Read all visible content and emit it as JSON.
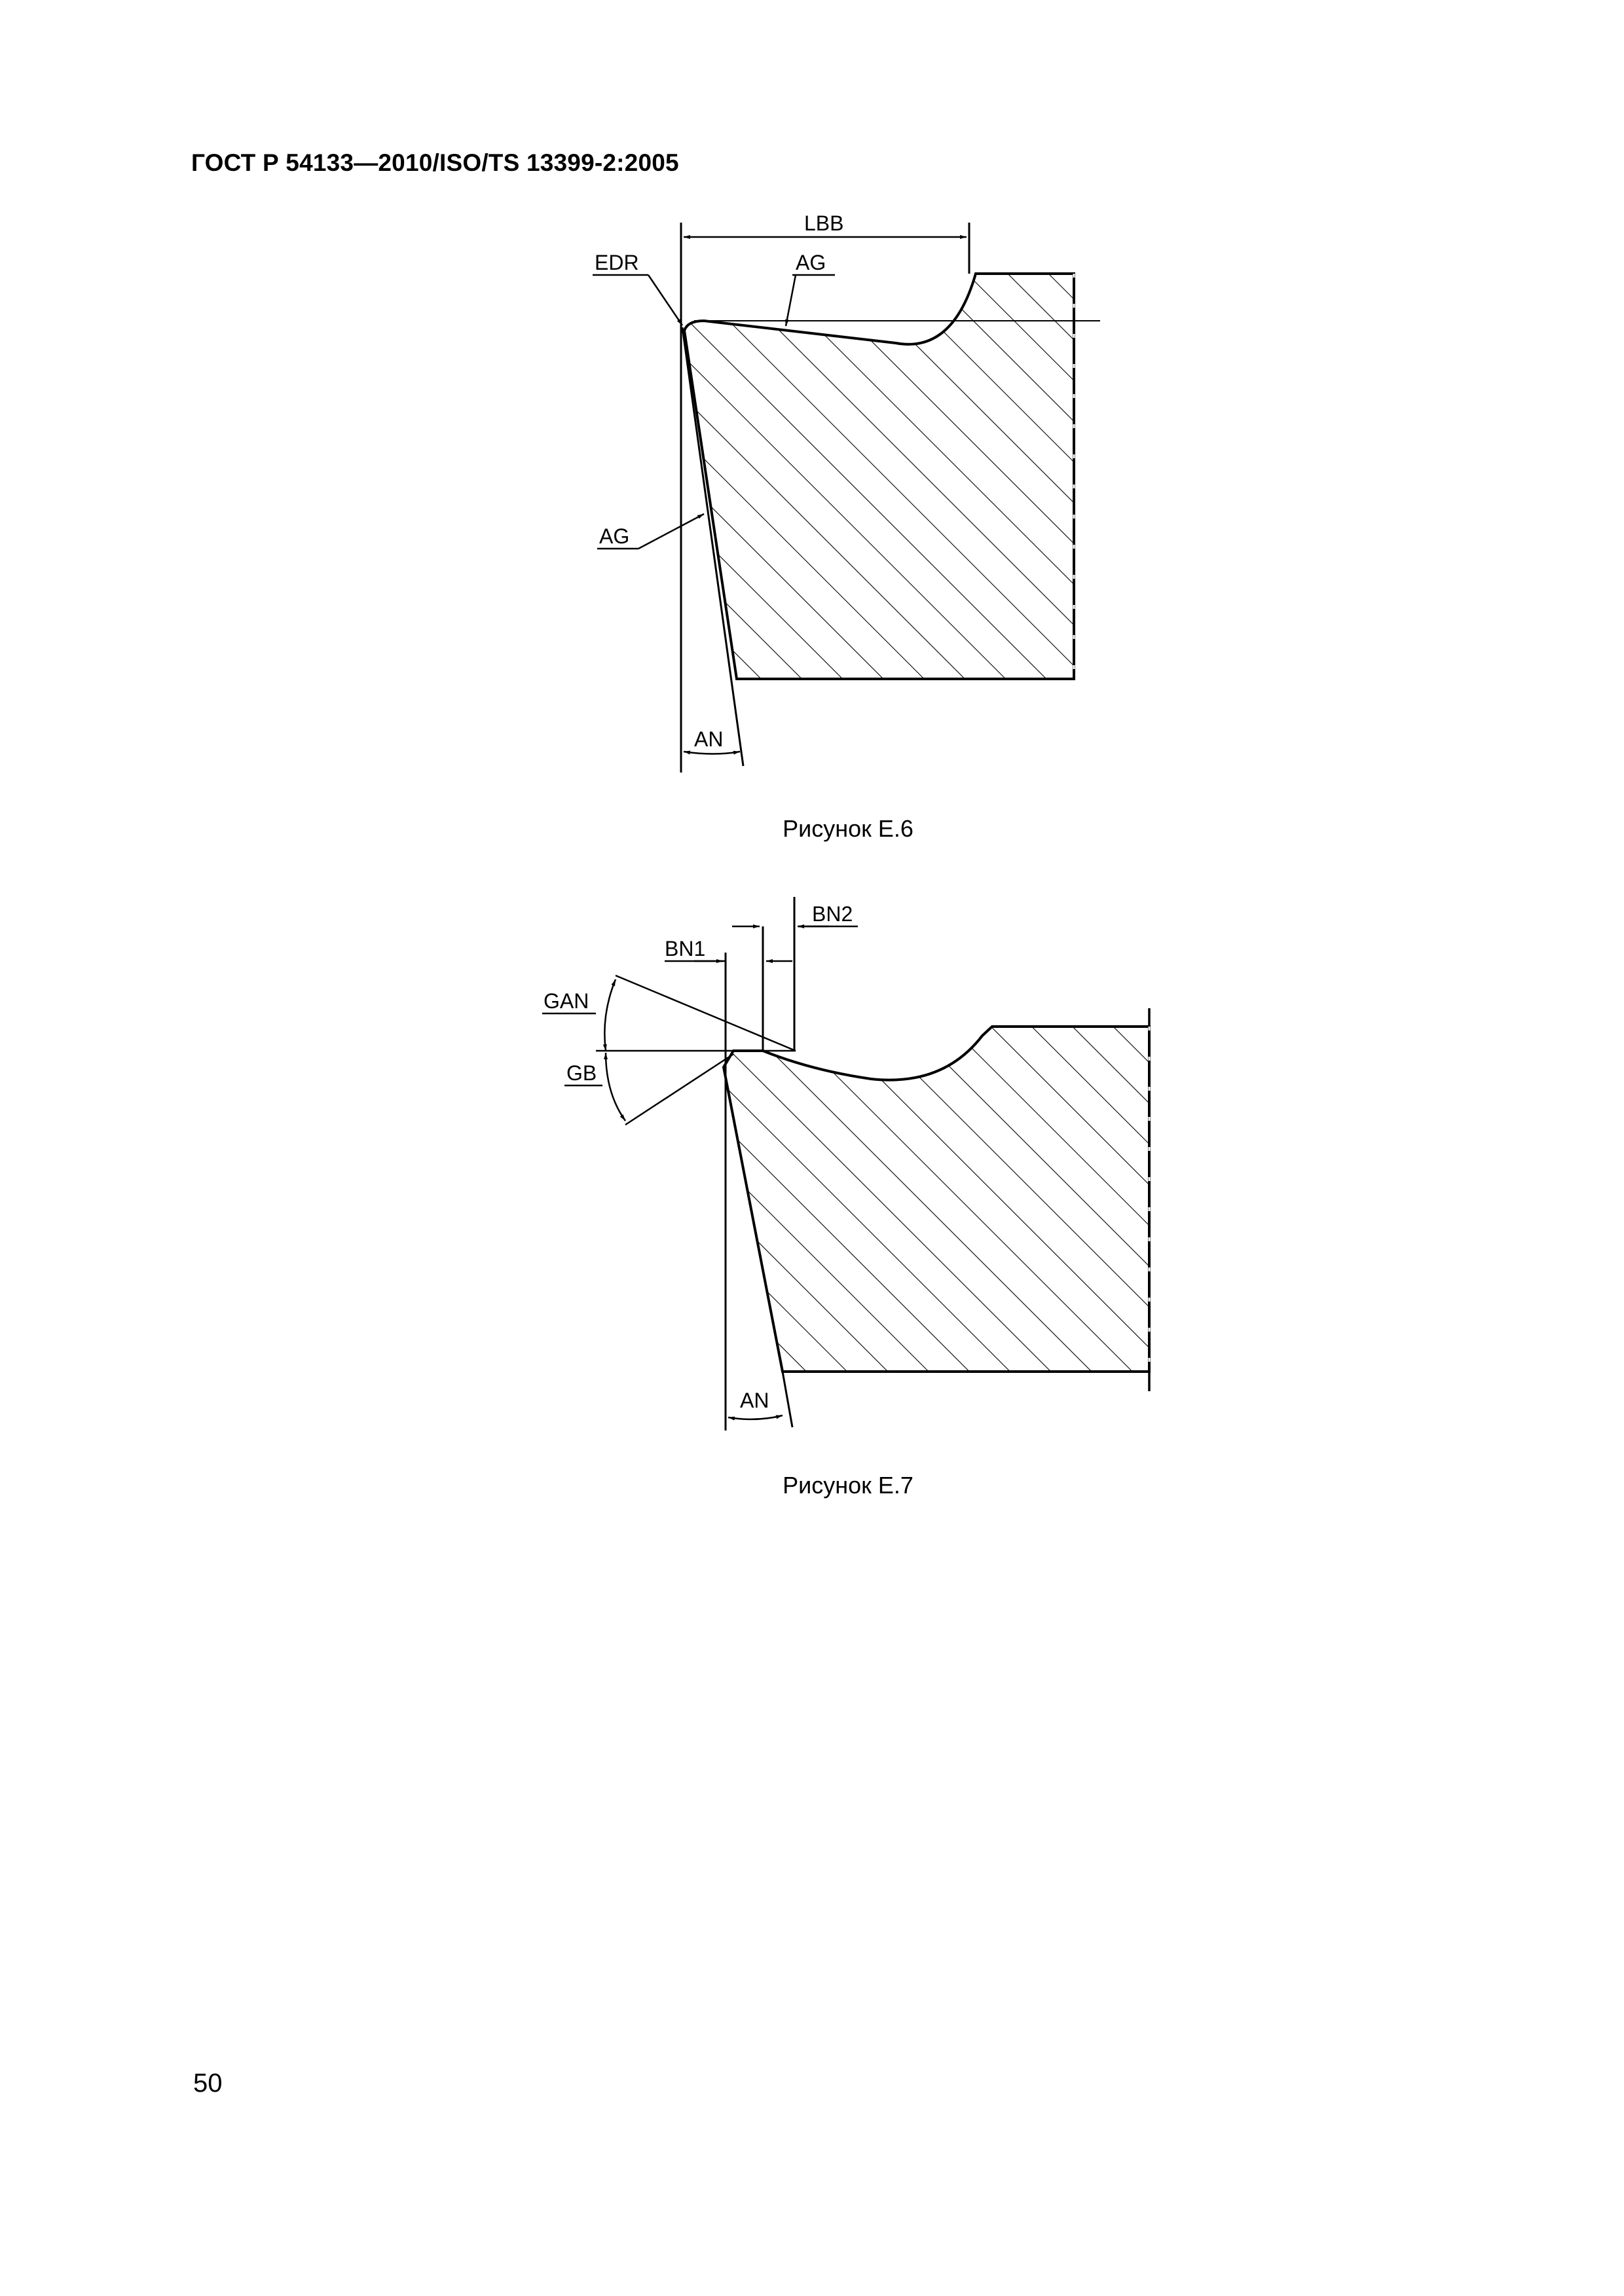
{
  "header": {
    "standard_code": "ГОСТ Р 54133—2010/ISO/TS 13399-2:2005"
  },
  "figure_e6": {
    "labels": {
      "lbb": "LBB",
      "edr": "EDR",
      "ag_top": "AG",
      "ag_left": "AG",
      "an": "AN"
    },
    "caption": "Рисунок Е.6"
  },
  "figure_e7": {
    "labels": {
      "bn1": "BN1",
      "bn2": "BN2",
      "gan": "GAN",
      "gb": "GB",
      "an": "AN"
    },
    "caption": "Рисунок Е.7"
  },
  "footer": {
    "page_number": "50"
  }
}
